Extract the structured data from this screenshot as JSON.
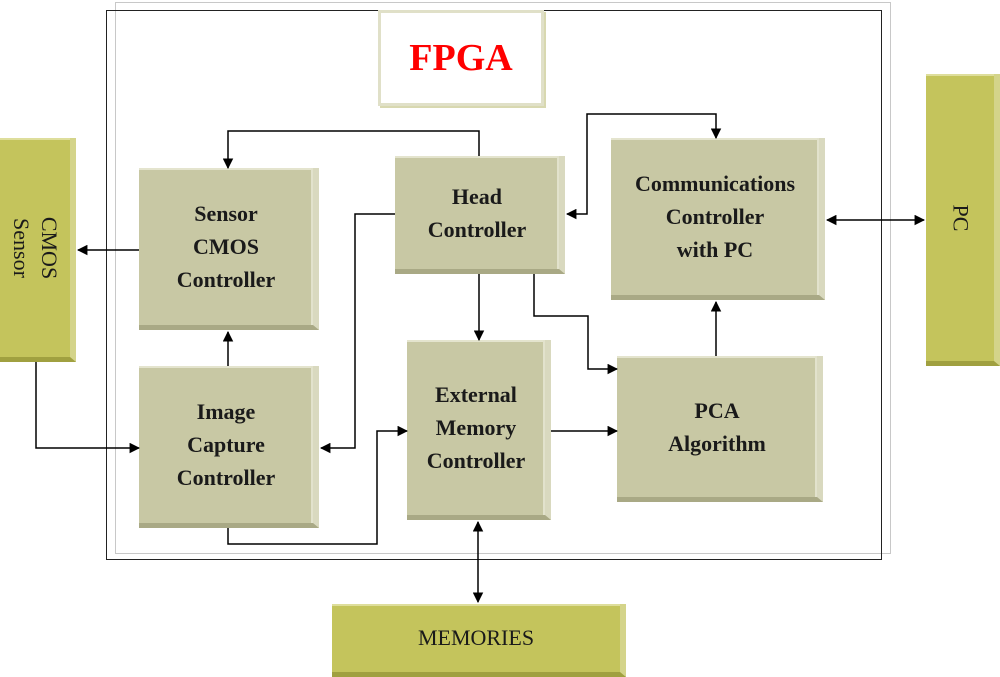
{
  "fpga_label": "FPGA",
  "blocks": {
    "sensor_cmos_controller": "Sensor\nCMOS\nController",
    "head_controller": "Head\nController",
    "communications_controller": "Communications\nController\nwith PC",
    "image_capture_controller": "Image\nCapture\nController",
    "external_memory_controller": "External\nMemory\nController",
    "pca_algorithm": "PCA\nAlgorithm"
  },
  "external": {
    "cmos_sensor": "CMOS\nSensor",
    "pc": "PC",
    "memories": "MEMORIES"
  },
  "colors": {
    "fpga_text": "#ff0000",
    "block_fill": "#c8c8a4",
    "external_fill": "#c4c45c"
  }
}
